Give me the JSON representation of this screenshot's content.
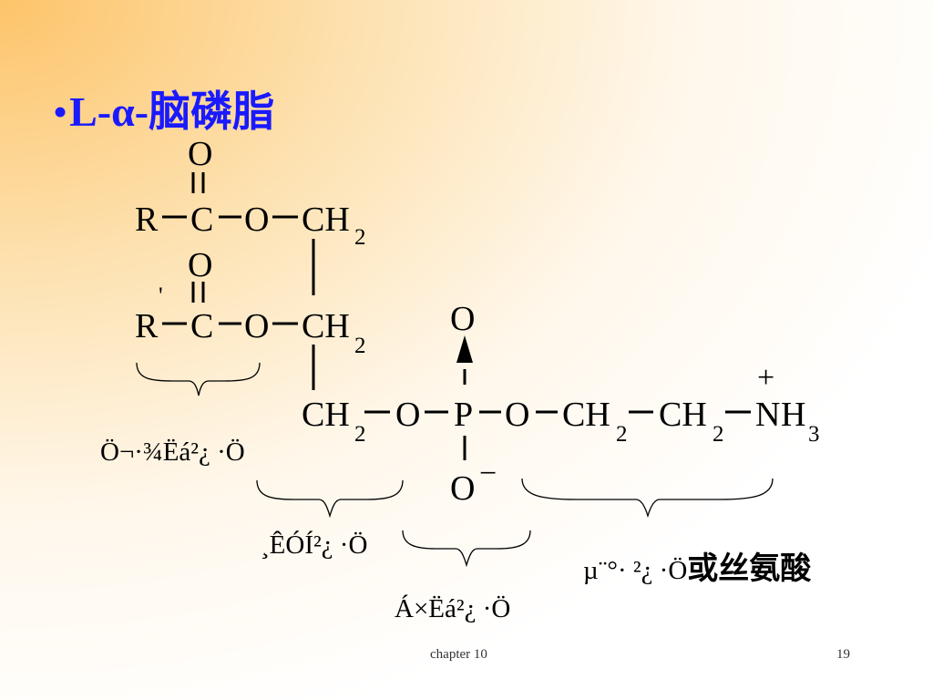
{
  "title": {
    "bullet": "•",
    "prefix": "L-α-",
    "name_zh": "脑磷脂"
  },
  "formula": {
    "atoms": {
      "O": "O",
      "R": "R",
      "C": "C",
      "CH": "CH",
      "P": "P",
      "N": "N",
      "H": "H",
      "sub2": "2",
      "sub3": "3",
      "prime": "'",
      "minus": "−",
      "plus": "+"
    }
  },
  "labels": {
    "fatty_acid": "Ö¬·¾Ëá²¿ ·Ö",
    "glycerol": "¸ÊÓÍ²¿ ·Ö",
    "phosphate": "Á×Ëá²¿ ·Ö",
    "amine_garbled": "µ¨°· ²¿ ·Ö",
    "amine_zh": "或丝氨酸"
  },
  "footer": {
    "chapter": "chapter 10",
    "page": "19"
  }
}
